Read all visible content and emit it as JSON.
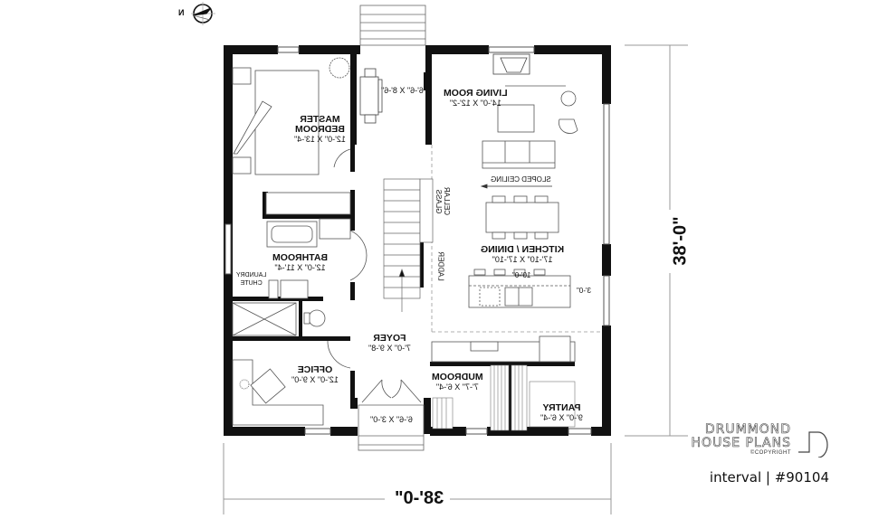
{
  "plan": {
    "mirrored": true,
    "wall_color": "#111111",
    "line_color": "#555555"
  },
  "north_arrow": {
    "label": "N"
  },
  "rooms": {
    "master_bedroom": {
      "name_line1": "MASTER",
      "name_line2": "BEDROOM",
      "dim": "12'-0\" X 13'-4\""
    },
    "balcony_top": {
      "dim": "6'-6\" X 8'-6\""
    },
    "living_room": {
      "name": "LIVING ROOM",
      "dim": "14'-0\" X 12'-2\""
    },
    "sloped_ceiling": {
      "label": "SLOPED CEILING"
    },
    "bathroom": {
      "name": "BATHROOM",
      "dim": "12'-0\" X 11'-4\""
    },
    "laundry_chute": {
      "line1": "LAUNDRY",
      "line2": "CHUTE"
    },
    "cellar": {
      "line1": "CELLAR",
      "line2": "GLASS"
    },
    "ladder": {
      "label": "LADDER"
    },
    "kitchen_dining": {
      "name": "KITCHEN / DINING",
      "dim": "17'-10\" X 17'-10\""
    },
    "island": {
      "length": "10'-0\"",
      "width": "3'-0\""
    },
    "foyer": {
      "name": "FOYER",
      "dim": "7'-0\" X 9'-8\""
    },
    "office": {
      "name": "OFFICE",
      "dim": "12'-0\" X 9'-0\""
    },
    "porch": {
      "dim": "6'-6\" X 3'-0\""
    },
    "mudroom": {
      "name": "MUDROOM",
      "dim": "7'-7\" X 6'-4\""
    },
    "pantry": {
      "name": "PANTRY",
      "dim": "9'-0\" X 6'-4\""
    }
  },
  "dimensions": {
    "width": "38'-0\"",
    "depth": "38'-0\""
  },
  "branding": {
    "line1": "DRUMMOND",
    "line2": "HOUSE PLANS",
    "copyright": "©COPYRIGHT",
    "plan_id": "interval | #90104"
  }
}
